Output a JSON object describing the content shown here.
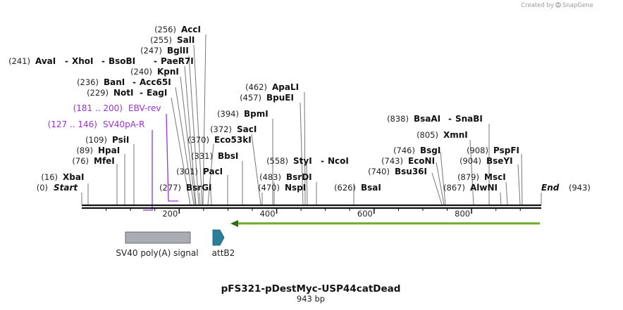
{
  "credit": {
    "text": "Created by",
    "brand": "SnapGene"
  },
  "plasmid": {
    "name": "pFS321-pDestMyc-USP44catDead",
    "length_label": "943 bp",
    "length": 943,
    "start_label": "Start",
    "start_pos": "(0)",
    "end_label": "End",
    "end_pos": "(943)"
  },
  "ruler": {
    "ticks": [
      200,
      400,
      600,
      800
    ]
  },
  "colors": {
    "backbone": "#111111",
    "primer": "#9b30d9",
    "sv40_feature": "#a9adb3",
    "attb2_feature": "#2a7f9a",
    "orf_arrow": "#7fbf2a",
    "leader_line": "#777777"
  },
  "enzymes": [
    {
      "pos": 16,
      "pos_label": "(16)",
      "name": "XbaI"
    },
    {
      "pos": 76,
      "pos_label": "(76)",
      "name": "MfeI"
    },
    {
      "pos": 89,
      "pos_label": "(89)",
      "name": "HpaI"
    },
    {
      "pos": 109,
      "pos_label": "(109)",
      "name": "PsiI"
    },
    {
      "pos": 229,
      "pos_label": "(229)",
      "name": "NotI",
      "extra": "EagI"
    },
    {
      "pos": 236,
      "pos_label": "(236)",
      "name": "BanI",
      "extra": "Acc65I"
    },
    {
      "pos": 240,
      "pos_label": "(240)",
      "name": "KpnI"
    },
    {
      "pos": 241,
      "pos_label": "(241)",
      "name": "AvaI",
      "extra": "XhoI",
      "extra2": "BsoBI",
      "extra3": "PaeR7I"
    },
    {
      "pos": 247,
      "pos_label": "(247)",
      "name": "BglII"
    },
    {
      "pos": 255,
      "pos_label": "(255)",
      "name": "SalI"
    },
    {
      "pos": 256,
      "pos_label": "(256)",
      "name": "AccI"
    },
    {
      "pos": 277,
      "pos_label": "(277)",
      "name": "BsrGI"
    },
    {
      "pos": 301,
      "pos_label": "(301)",
      "name": "PacI"
    },
    {
      "pos": 331,
      "pos_label": "(331)",
      "name": "BbsI"
    },
    {
      "pos": 370,
      "pos_label": "(370)",
      "name": "Eco53kI"
    },
    {
      "pos": 372,
      "pos_label": "(372)",
      "name": "SacI"
    },
    {
      "pos": 394,
      "pos_label": "(394)",
      "name": "BpmI"
    },
    {
      "pos": 457,
      "pos_label": "(457)",
      "name": "BpuEI"
    },
    {
      "pos": 462,
      "pos_label": "(462)",
      "name": "ApaLI"
    },
    {
      "pos": 470,
      "pos_label": "(470)",
      "name": "NspI"
    },
    {
      "pos": 483,
      "pos_label": "(483)",
      "name": "BsrDI"
    },
    {
      "pos": 558,
      "pos_label": "(558)",
      "name": "StyI",
      "extra": "NcoI"
    },
    {
      "pos": 626,
      "pos_label": "(626)",
      "name": "BsaI"
    },
    {
      "pos": 740,
      "pos_label": "(740)",
      "name": "Bsu36I"
    },
    {
      "pos": 743,
      "pos_label": "(743)",
      "name": "EcoNI"
    },
    {
      "pos": 746,
      "pos_label": "(746)",
      "name": "BsgI"
    },
    {
      "pos": 805,
      "pos_label": "(805)",
      "name": "XmnI"
    },
    {
      "pos": 838,
      "pos_label": "(838)",
      "name": "BsaAI",
      "extra": "SnaBI"
    },
    {
      "pos": 867,
      "pos_label": "(867)",
      "name": "AlwNI"
    },
    {
      "pos": 879,
      "pos_label": "(879)",
      "name": "MscI"
    },
    {
      "pos": 904,
      "pos_label": "(904)",
      "name": "BseYI"
    },
    {
      "pos": 908,
      "pos_label": "(908)",
      "name": "PspFI"
    }
  ],
  "primers": [
    {
      "range_label": "(181 .. 200)",
      "name": "EBV-rev"
    },
    {
      "range_label": "(127 .. 146)",
      "name": "SV40pA-R"
    }
  ],
  "features": [
    {
      "name": "SV40 poly(A) signal"
    },
    {
      "name": "attB2"
    }
  ]
}
